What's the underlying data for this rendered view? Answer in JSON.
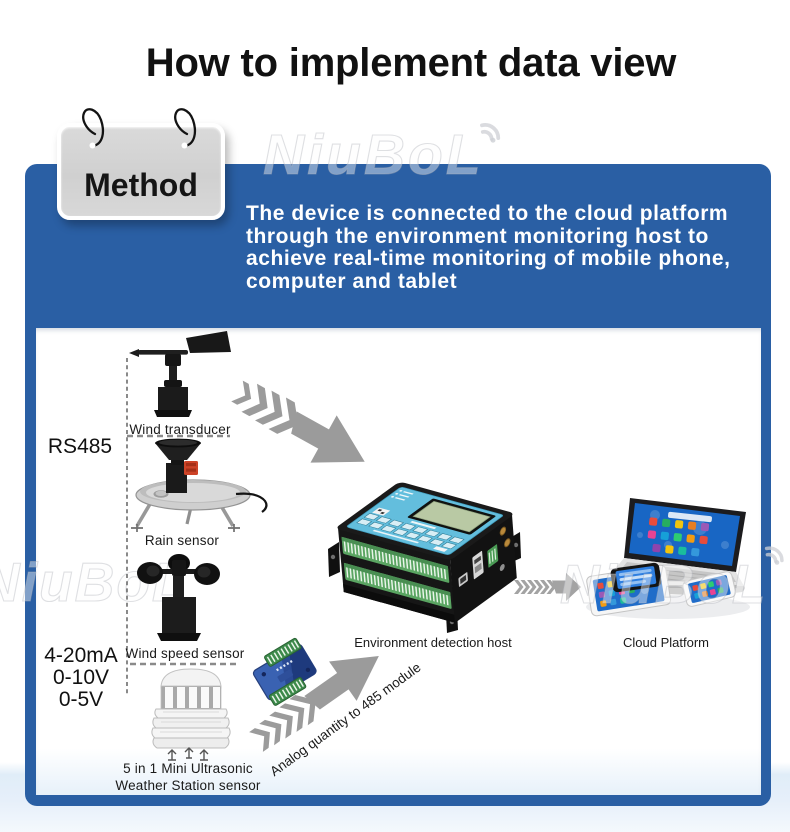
{
  "title": "How to implement data view",
  "watermark": {
    "brand": "NiuBoL"
  },
  "banner": {
    "method_label": "Method",
    "lines": [
      "The device is connected to the cloud platform",
      "through the environment monitoring host to",
      "achieve real-time monitoring of mobile phone,",
      "computer and tablet"
    ]
  },
  "diagram": {
    "bus_label": "RS485",
    "analog_labels": [
      "4-20mA",
      "0-10V",
      "0-5V"
    ],
    "sensors": [
      {
        "label": "Wind transducer"
      },
      {
        "label": "Rain sensor"
      },
      {
        "label": "Wind speed sensor"
      },
      {
        "label_line1": "5 in 1 Mini Ultrasonic",
        "label_line2": "Weather Station sensor"
      }
    ],
    "host_label": "Environment detection host",
    "cloud_label": "Cloud Platform",
    "module_label": "Analog quantity to 485 module"
  },
  "colors": {
    "panel_blue": "#2a5fa4",
    "footer_blue": "#e3eef9",
    "arrow_grey": "#9b9b9b",
    "card_grey": "#d3d3d3",
    "host_panel_blue": "#64bedd",
    "terminal_green": "#55a35e",
    "module_blue": "#3a5fae",
    "screen_blue": "#1565c8"
  }
}
